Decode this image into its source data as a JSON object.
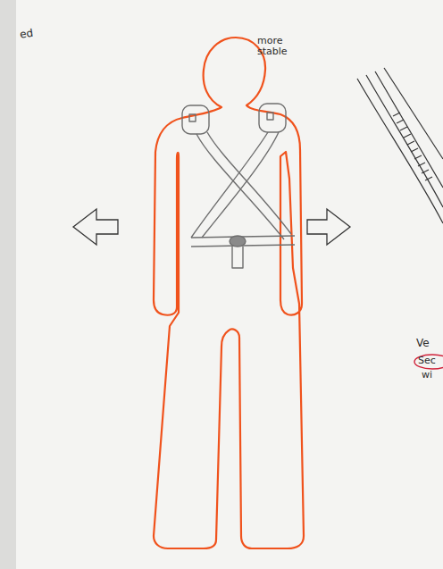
{
  "diagram": {
    "labels": [
      "ed",
      "more stable",
      "Ve",
      "Sec",
      "wi"
    ]
  }
}
